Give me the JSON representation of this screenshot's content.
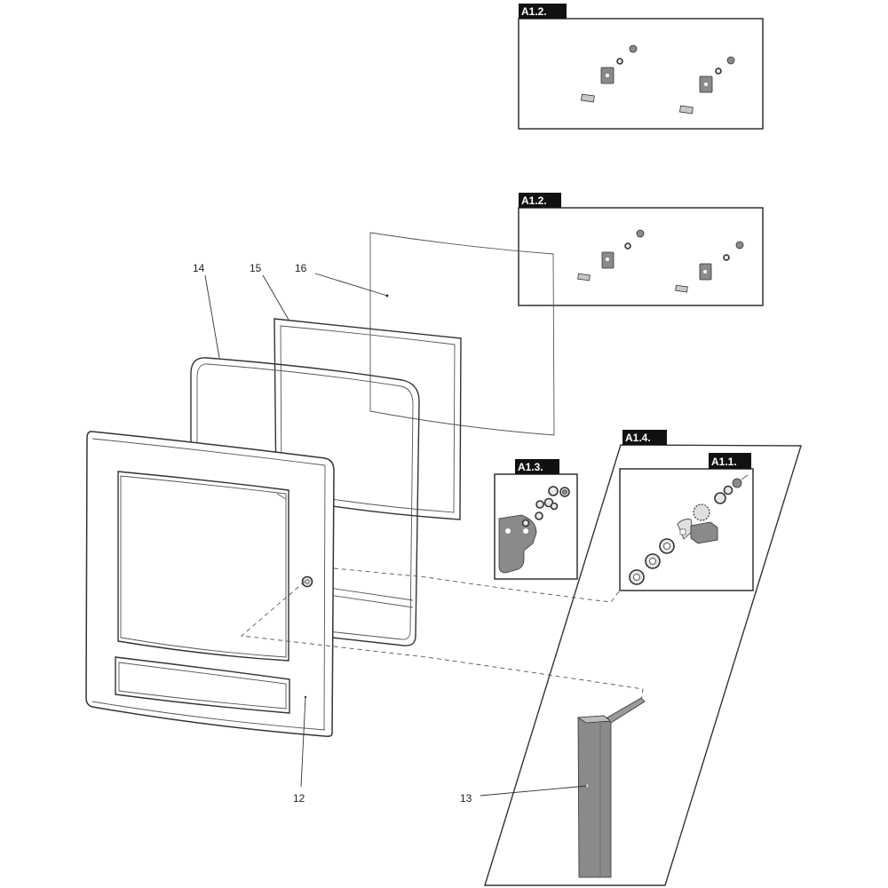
{
  "callouts": {
    "door": "12",
    "handle": "13",
    "gasket": "14",
    "frame": "15",
    "glass": "16"
  },
  "detail_tags": {
    "hinge_top": "A1.2.",
    "hinge_middle": "A1.2.",
    "latch": "A1.3.",
    "handle_assembly": "A1.4.",
    "handle_mechanism": "A1.1."
  },
  "colors": {
    "line": "#333333",
    "tag_background": "#111111",
    "tag_text": "#ffffff",
    "handle_fill": "#8a8a8a"
  }
}
